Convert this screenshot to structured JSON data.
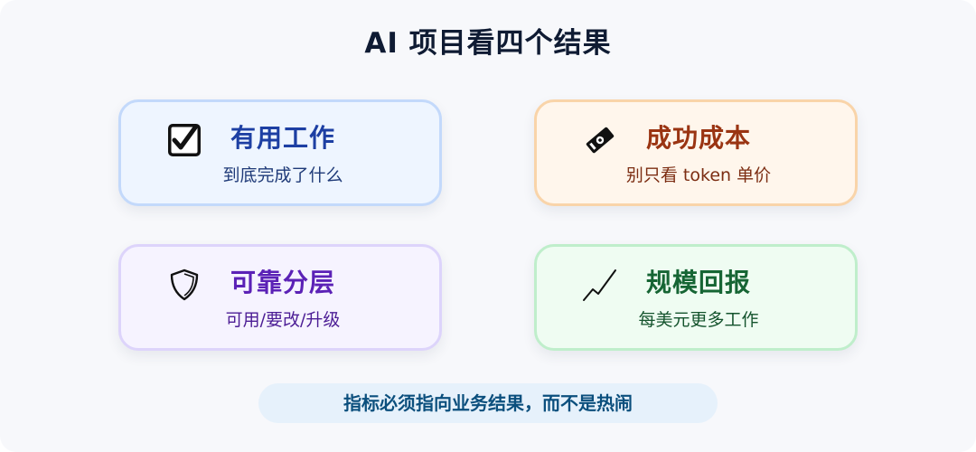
{
  "title": "AI 项目看四个结果",
  "colors": {
    "useful_border": "#c3d9fb",
    "useful_bg": "#eef5ff",
    "useful_title": "#1d3fa3",
    "useful_sub": "#1f3a78",
    "cost_border": "#f9d4a9",
    "cost_bg": "#fff6ec",
    "cost_title": "#9a3412",
    "cost_sub": "#7c2d12",
    "reliable_border": "#ddd4fb",
    "reliable_bg": "#f6f3ff",
    "reliable_title": "#5b21b6",
    "reliable_sub": "#4c1d95",
    "scale_border": "#bfeecb",
    "scale_bg": "#effcf2",
    "scale_title": "#166534",
    "scale_sub": "#14532d",
    "footer_bg": "#e6f1fb",
    "footer_text": "#0b4f7d"
  },
  "cards": [
    {
      "id": "useful",
      "icon": "checkbox-checked-icon",
      "title": "有用工作",
      "subtitle": "到底完成了什么"
    },
    {
      "id": "cost",
      "icon": "money-icon",
      "title": "成功成本",
      "subtitle": "别只看 token 单价"
    },
    {
      "id": "reliable",
      "icon": "shield-icon",
      "title": "可靠分层",
      "subtitle": "可用/要改/升级"
    },
    {
      "id": "scale",
      "icon": "trend-up-icon",
      "title": "规模回报",
      "subtitle": "每美元更多工作"
    }
  ],
  "footer": "指标必须指向业务结果，而不是热闹"
}
